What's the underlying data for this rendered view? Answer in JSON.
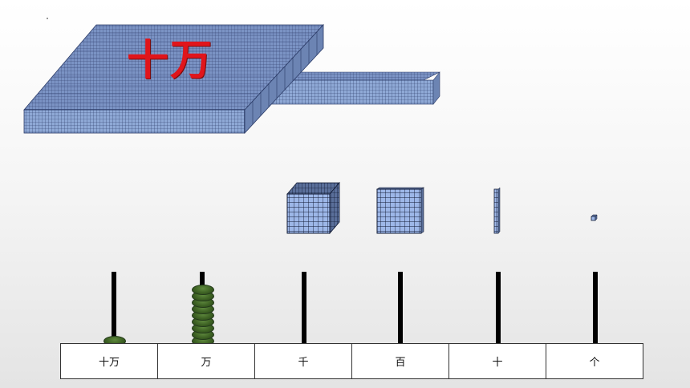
{
  "big_block": {
    "label": "十万"
  },
  "place_values": [
    "十万",
    "万",
    "千",
    "百",
    "十",
    "个"
  ],
  "abacus": {
    "bead_counts": [
      1,
      9,
      0,
      0,
      0,
      0
    ]
  },
  "colors": {
    "block_face": "#8fa9d6",
    "grid_line": "#1e2a4a",
    "label_red": "#e0151b",
    "bead": "#3d6123"
  }
}
